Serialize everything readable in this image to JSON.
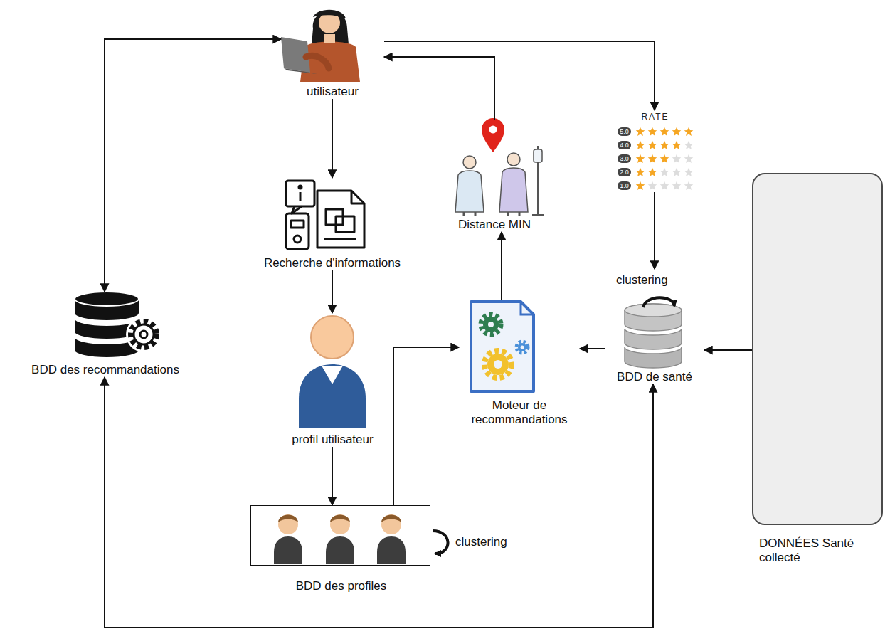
{
  "diagram": {
    "nodes": [
      {
        "text": [
          "utilisateur"
        ]
      },
      {
        "text": [
          "RATE",
          "5.0",
          "4.0",
          "3.0",
          "2.0",
          "1.0"
        ]
      },
      {
        "text": [
          "Recherche d'informations"
        ]
      },
      {
        "text": [
          "Distance MIN"
        ]
      },
      {
        "text": [
          "BDD des recommandations"
        ]
      },
      {
        "text": [
          "Moteur de recommandations"
        ]
      },
      {
        "text": [
          "BDD de santé"
        ]
      },
      {
        "text": [
          "DONNÉES Santé collecté"
        ]
      },
      {
        "text": [
          "profil utilisateur"
        ]
      },
      {
        "text": [
          "BDD des profiles"
        ]
      }
    ],
    "edges": [
      {
        "from": 0,
        "to": 4,
        "arrow": "both"
      },
      {
        "from": 0,
        "to": 1,
        "arrow": "to"
      },
      {
        "from": 3,
        "to": 0,
        "arrow": "to"
      },
      {
        "from": 0,
        "to": 2,
        "arrow": "to"
      },
      {
        "from": 2,
        "to": 8,
        "arrow": "to"
      },
      {
        "from": 8,
        "to": 9,
        "arrow": "to"
      },
      {
        "from": 9,
        "to": 5,
        "arrow": "to"
      },
      {
        "from": 5,
        "to": 3,
        "arrow": "to"
      },
      {
        "from": 6,
        "to": 5,
        "arrow": "to"
      },
      {
        "from": 7,
        "to": 6,
        "arrow": "to"
      },
      {
        "from": 1,
        "to": 6,
        "arrow": "to"
      },
      {
        "from": 6,
        "to": 4,
        "arrow": "both"
      }
    ],
    "labels": [
      "clustering",
      "clustering"
    ]
  }
}
